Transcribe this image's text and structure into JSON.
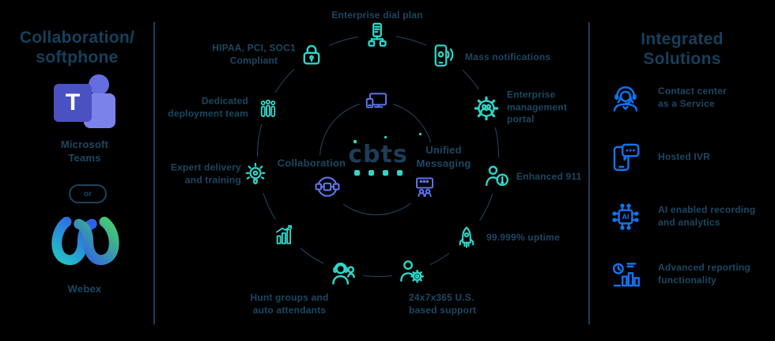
{
  "left_panel": {
    "title": "Collaboration/\nsoftphone",
    "teams_initial": "T",
    "teams_label": "Microsoft\nTeams",
    "or_label": "or",
    "webex_label": "Webex"
  },
  "center": {
    "logo": "cbts",
    "collaboration_label": "Collaboration",
    "unified_label": "Unified\nMessaging"
  },
  "ring": {
    "dial_plan": "Enterprise dial plan",
    "mass_notifications": "Mass notifications",
    "management_portal": "Enterprise\nmanagement\nportal",
    "enhanced_911": "Enhanced 911",
    "uptime": "99.999% uptime",
    "support": "24x7x365 U.S.\nbased support",
    "hunt_groups": "Hunt groups and\nauto attendants",
    "expert_delivery": "Expert delivery\nand training",
    "deployment_team": "Dedicated\ndeployment team",
    "compliance": "HIPAA, PCI, SOC1\nCompliant"
  },
  "right_panel": {
    "title": "Integrated\nSolutions",
    "ai_text": "AI",
    "items": [
      {
        "label": "Contact center\nas a Service"
      },
      {
        "label": "Hosted IVR"
      },
      {
        "label": "AI enabled recording\nand analytics"
      },
      {
        "label": "Advanced reporting\nfunctionality"
      }
    ]
  },
  "colors": {
    "background": "#000000",
    "navy_text": "#1c4763",
    "teal_icons": "#2fd5c8",
    "inner_blue_icons": "#5b74e8",
    "right_blue_icons": "#1173ee",
    "teams_purple": "#4a52c2",
    "teams_light_purple": "#7b83eb",
    "webex_teal": "#23c3c4",
    "webex_blue": "#2e62e9",
    "webex_green": "#45cf6e"
  }
}
